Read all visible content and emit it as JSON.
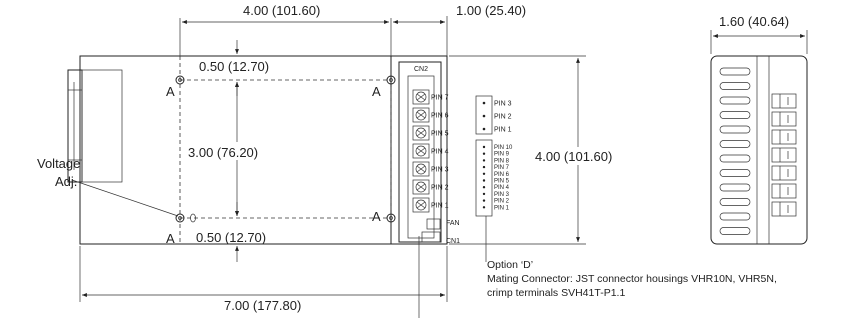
{
  "dimensions": {
    "top_width": "4.00 (101.60)",
    "top_connector": "1.00 (25.40)",
    "side_depth": "1.60 (40.64)",
    "inner_top": "0.50 (12.70)",
    "inner_height": "3.00 (76.20)",
    "inner_bottom": "0.50 (12.70)",
    "overall_height": "4.00 (101.60)",
    "overall_length": "7.00 (177.80)"
  },
  "labels": {
    "voltage_adj_line1": "Voltage",
    "voltage_adj_line2": "Adj.",
    "mount_a": "A",
    "cn2": "CN2",
    "cn1": "CN1",
    "fan": "FAN"
  },
  "terminal_pins": [
    "PIN 7",
    "PIN 6",
    "PIN 5",
    "PIN 4",
    "PIN 3",
    "PIN 2",
    "PIN 1"
  ],
  "option_pins_top": [
    "PIN 3",
    "PIN 2",
    "PIN 1"
  ],
  "option_pins_bottom": [
    "PIN 10",
    "PIN 9",
    "PIN 8",
    "PIN 7",
    "PIN 6",
    "PIN 5",
    "PIN 4",
    "PIN 3",
    "PIN 2",
    "PIN 1"
  ],
  "note": {
    "title": "Option ‘D’",
    "line1": "Mating Connector: JST connector housings VHR10N, VHR5N,",
    "line2": "crimp terminals SVH41T-P1.1"
  }
}
